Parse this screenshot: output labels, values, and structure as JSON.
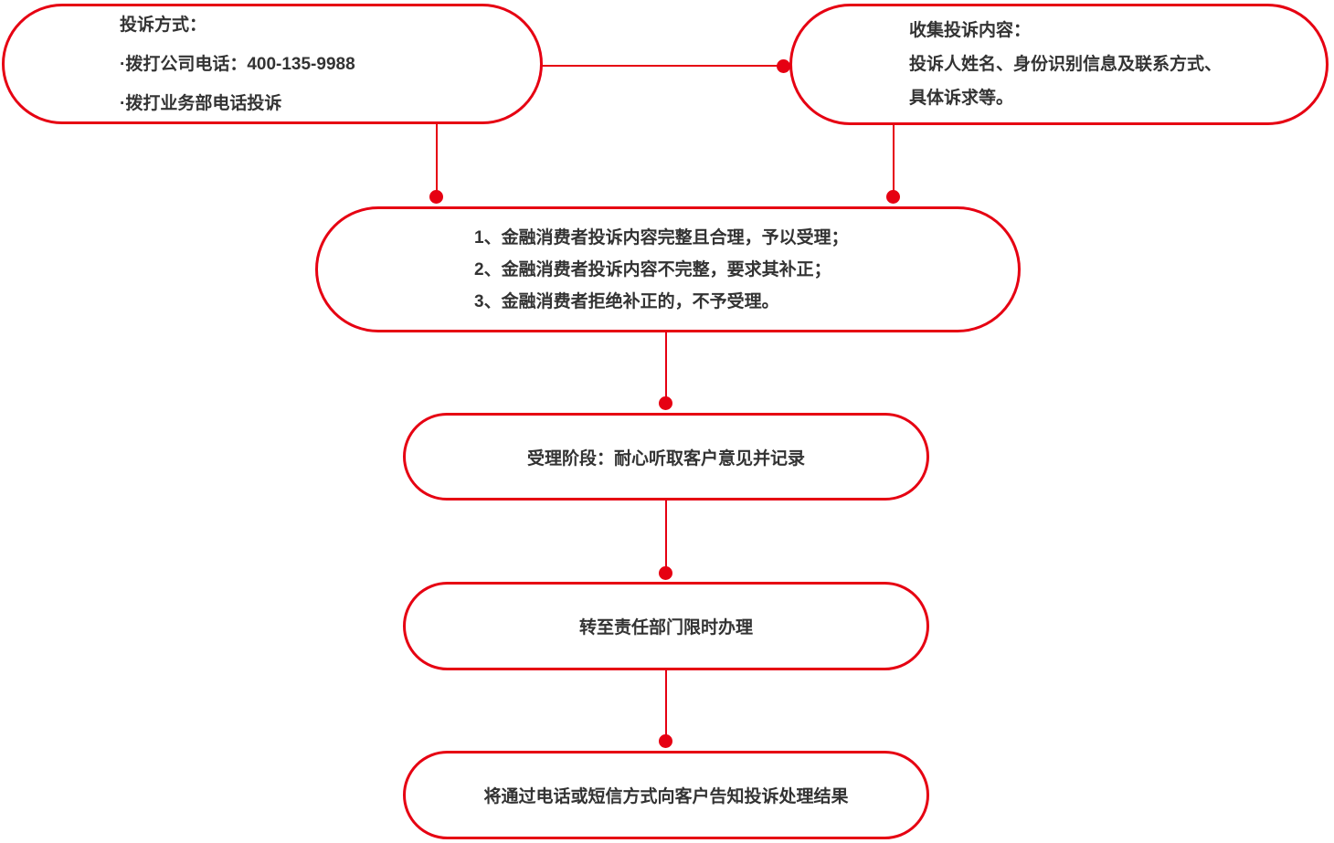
{
  "colors": {
    "accent_red": "#e60012",
    "text": "#333333"
  },
  "flowchart": {
    "title": "complaint-handling-flow",
    "nodes": [
      {
        "id": "channels",
        "lines": [
          "投诉方式：",
          "·拨打公司电话：400-135-9988",
          "·拨打业务部电话投诉"
        ]
      },
      {
        "id": "collect",
        "lines": [
          "收集投诉内容：",
          "投诉人姓名、身份识别信息及联系方式、",
          "具体诉求等。"
        ]
      },
      {
        "id": "triage",
        "lines": [
          "1、金融消费者投诉内容完整且合理，予以受理；",
          "2、金融消费者投诉内容不完整，要求其补正；",
          "3、金融消费者拒绝补正的，不予受理。"
        ]
      },
      {
        "id": "accept",
        "lines": [
          "受理阶段：耐心听取客户意见并记录"
        ]
      },
      {
        "id": "transfer",
        "lines": [
          "转至责任部门限时办理"
        ]
      },
      {
        "id": "notify",
        "lines": [
          "将通过电话或短信方式向客户告知投诉处理结果"
        ]
      }
    ]
  }
}
